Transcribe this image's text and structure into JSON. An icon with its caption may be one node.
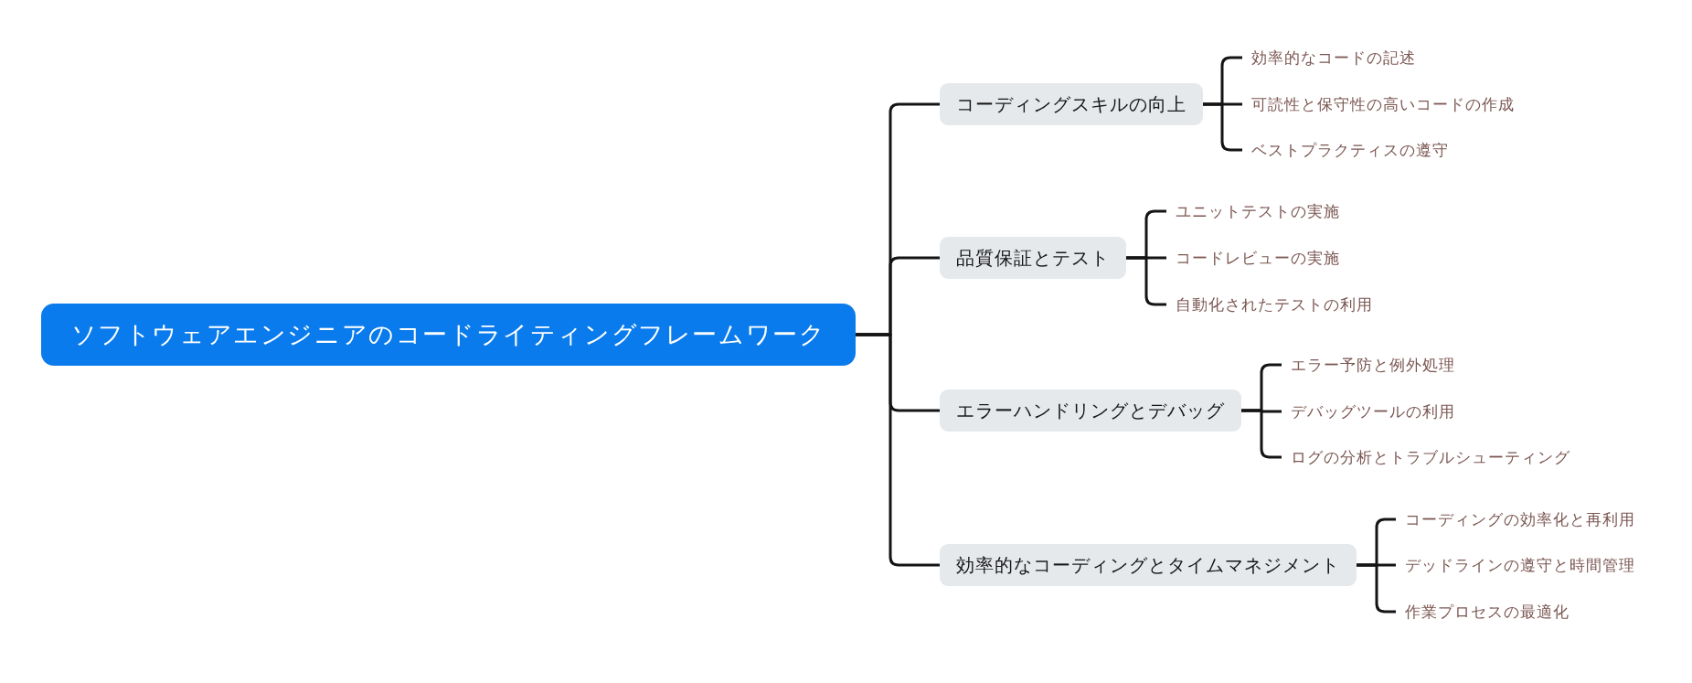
{
  "diagram": {
    "nodes": [
      {
        "text": [
          "ソフトウェアエンジニアのコードライティングフレームワーク"
        ]
      },
      {
        "text": [
          "コーディングスキルの向上"
        ]
      },
      {
        "text": [
          "効率的なコードの記述"
        ]
      },
      {
        "text": [
          "可読性と保守性の高いコードの作成"
        ]
      },
      {
        "text": [
          "ベストプラクティスの遵守"
        ]
      },
      {
        "text": [
          "品質保証とテスト"
        ]
      },
      {
        "text": [
          "ユニットテストの実施"
        ]
      },
      {
        "text": [
          "コードレビューの実施"
        ]
      },
      {
        "text": [
          "自動化されたテストの利用"
        ]
      },
      {
        "text": [
          "エラーハンドリングとデバッグ"
        ]
      },
      {
        "text": [
          "エラー予防と例外処理"
        ]
      },
      {
        "text": [
          "デバッグツールの利用"
        ]
      },
      {
        "text": [
          "ログの分析とトラブルシューティング"
        ]
      },
      {
        "text": [
          "効率的なコーディングとタイムマネジメント"
        ]
      },
      {
        "text": [
          "コーディングの効率化と再利用"
        ]
      },
      {
        "text": [
          "デッドラインの遵守と時間管理"
        ]
      },
      {
        "text": [
          "作業プロセスの最適化"
        ]
      }
    ],
    "edges": [
      {
        "from": 0,
        "to": 1,
        "arrow": "none"
      },
      {
        "from": 0,
        "to": 5,
        "arrow": "none"
      },
      {
        "from": 0,
        "to": 9,
        "arrow": "none"
      },
      {
        "from": 0,
        "to": 13,
        "arrow": "none"
      },
      {
        "from": 1,
        "to": 2,
        "arrow": "none"
      },
      {
        "from": 1,
        "to": 3,
        "arrow": "none"
      },
      {
        "from": 1,
        "to": 4,
        "arrow": "none"
      },
      {
        "from": 5,
        "to": 6,
        "arrow": "none"
      },
      {
        "from": 5,
        "to": 7,
        "arrow": "none"
      },
      {
        "from": 5,
        "to": 8,
        "arrow": "none"
      },
      {
        "from": 9,
        "to": 10,
        "arrow": "none"
      },
      {
        "from": 9,
        "to": 11,
        "arrow": "none"
      },
      {
        "from": 9,
        "to": 12,
        "arrow": "none"
      },
      {
        "from": 13,
        "to": 14,
        "arrow": "none"
      },
      {
        "from": 13,
        "to": 15,
        "arrow": "none"
      },
      {
        "from": 13,
        "to": 16,
        "arrow": "none"
      }
    ]
  }
}
